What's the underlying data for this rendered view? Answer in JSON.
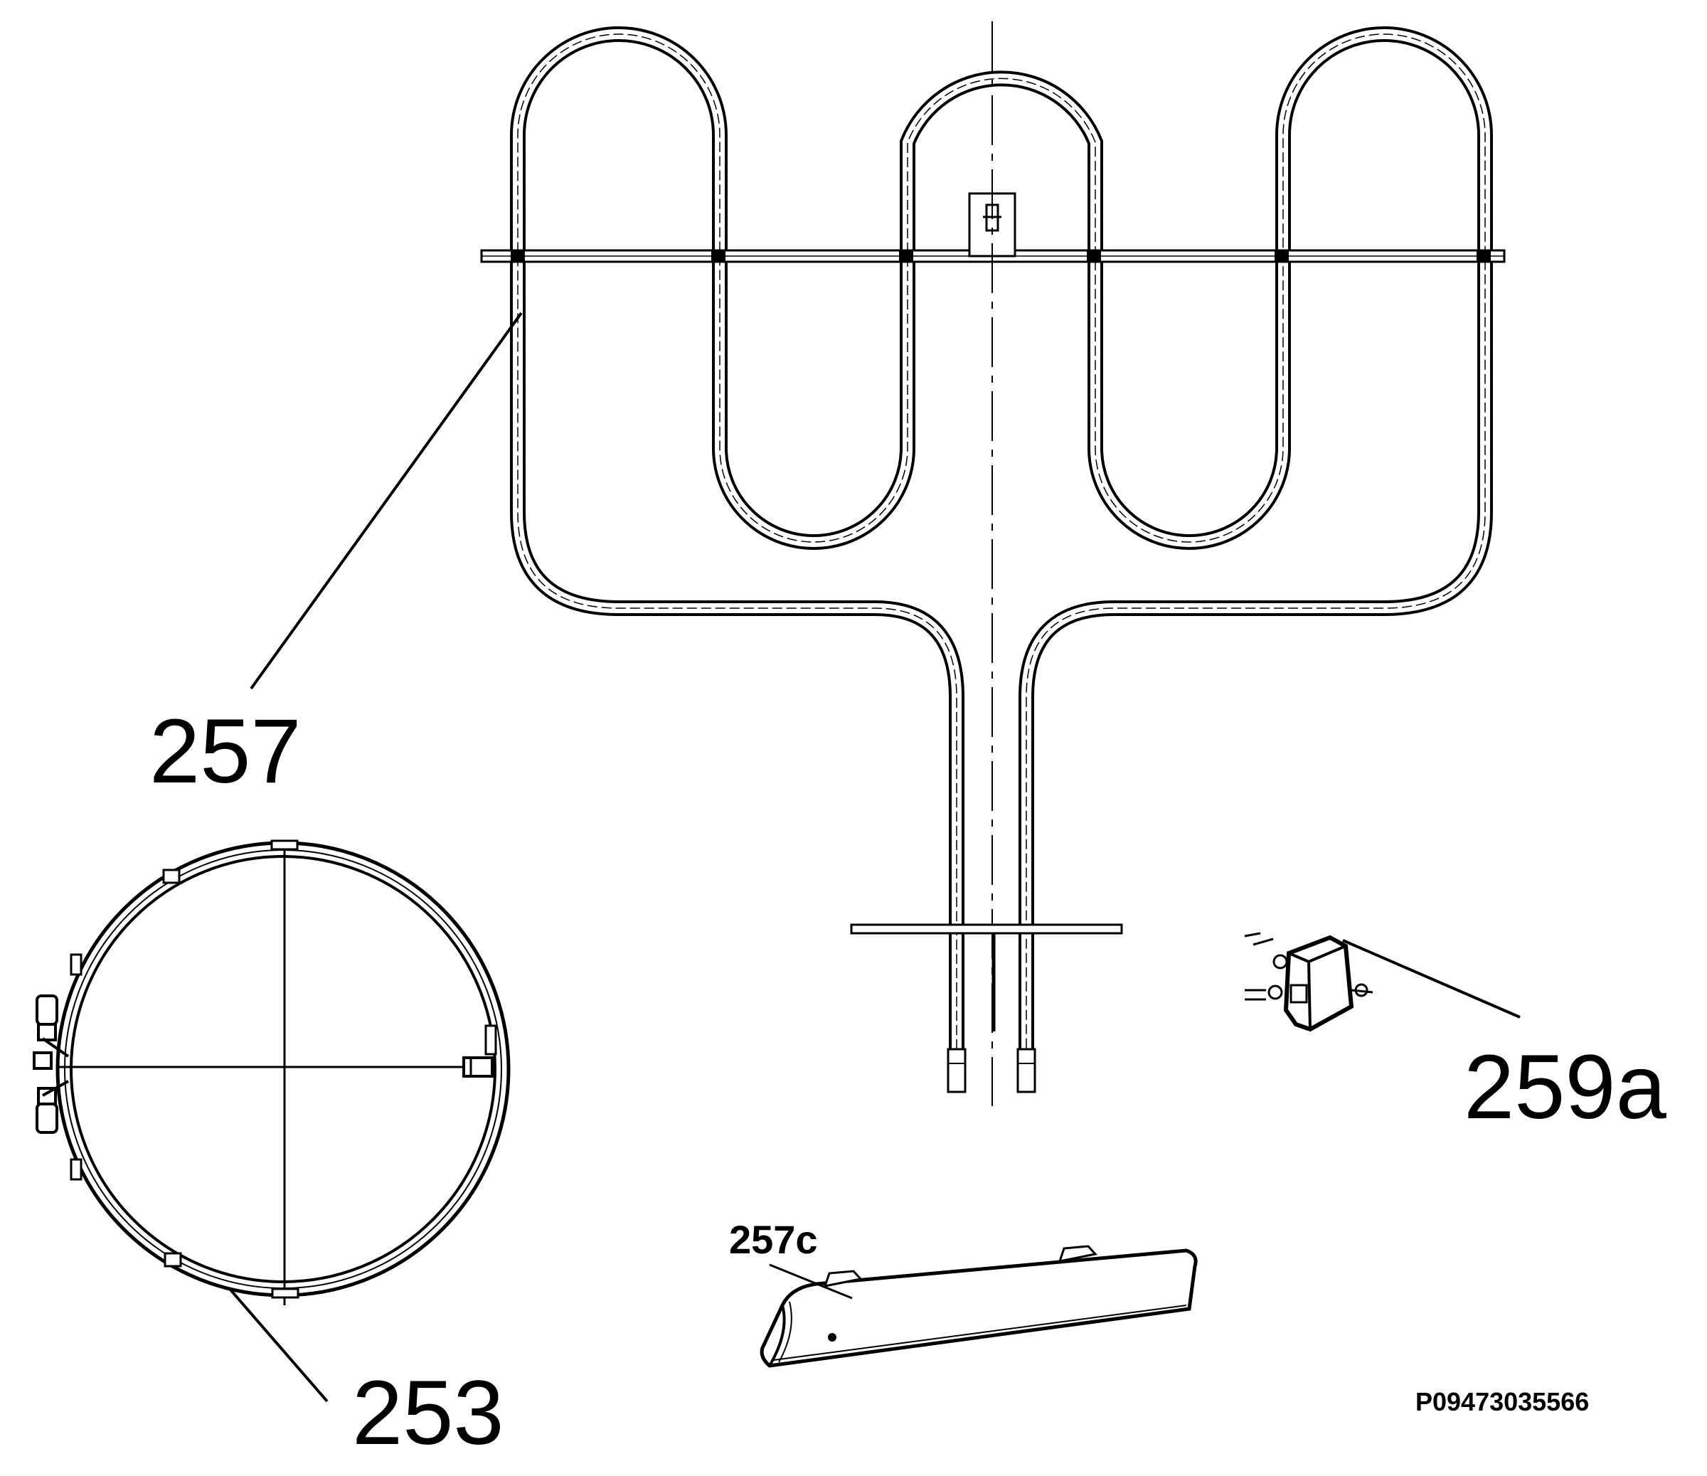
{
  "labels": {
    "heating_element": "257",
    "ring_element": "253",
    "thermostat": "259a",
    "cover": "257c"
  },
  "drawing_code": "P09473035566",
  "colors": {
    "line": "#000000",
    "background": "#ffffff"
  }
}
